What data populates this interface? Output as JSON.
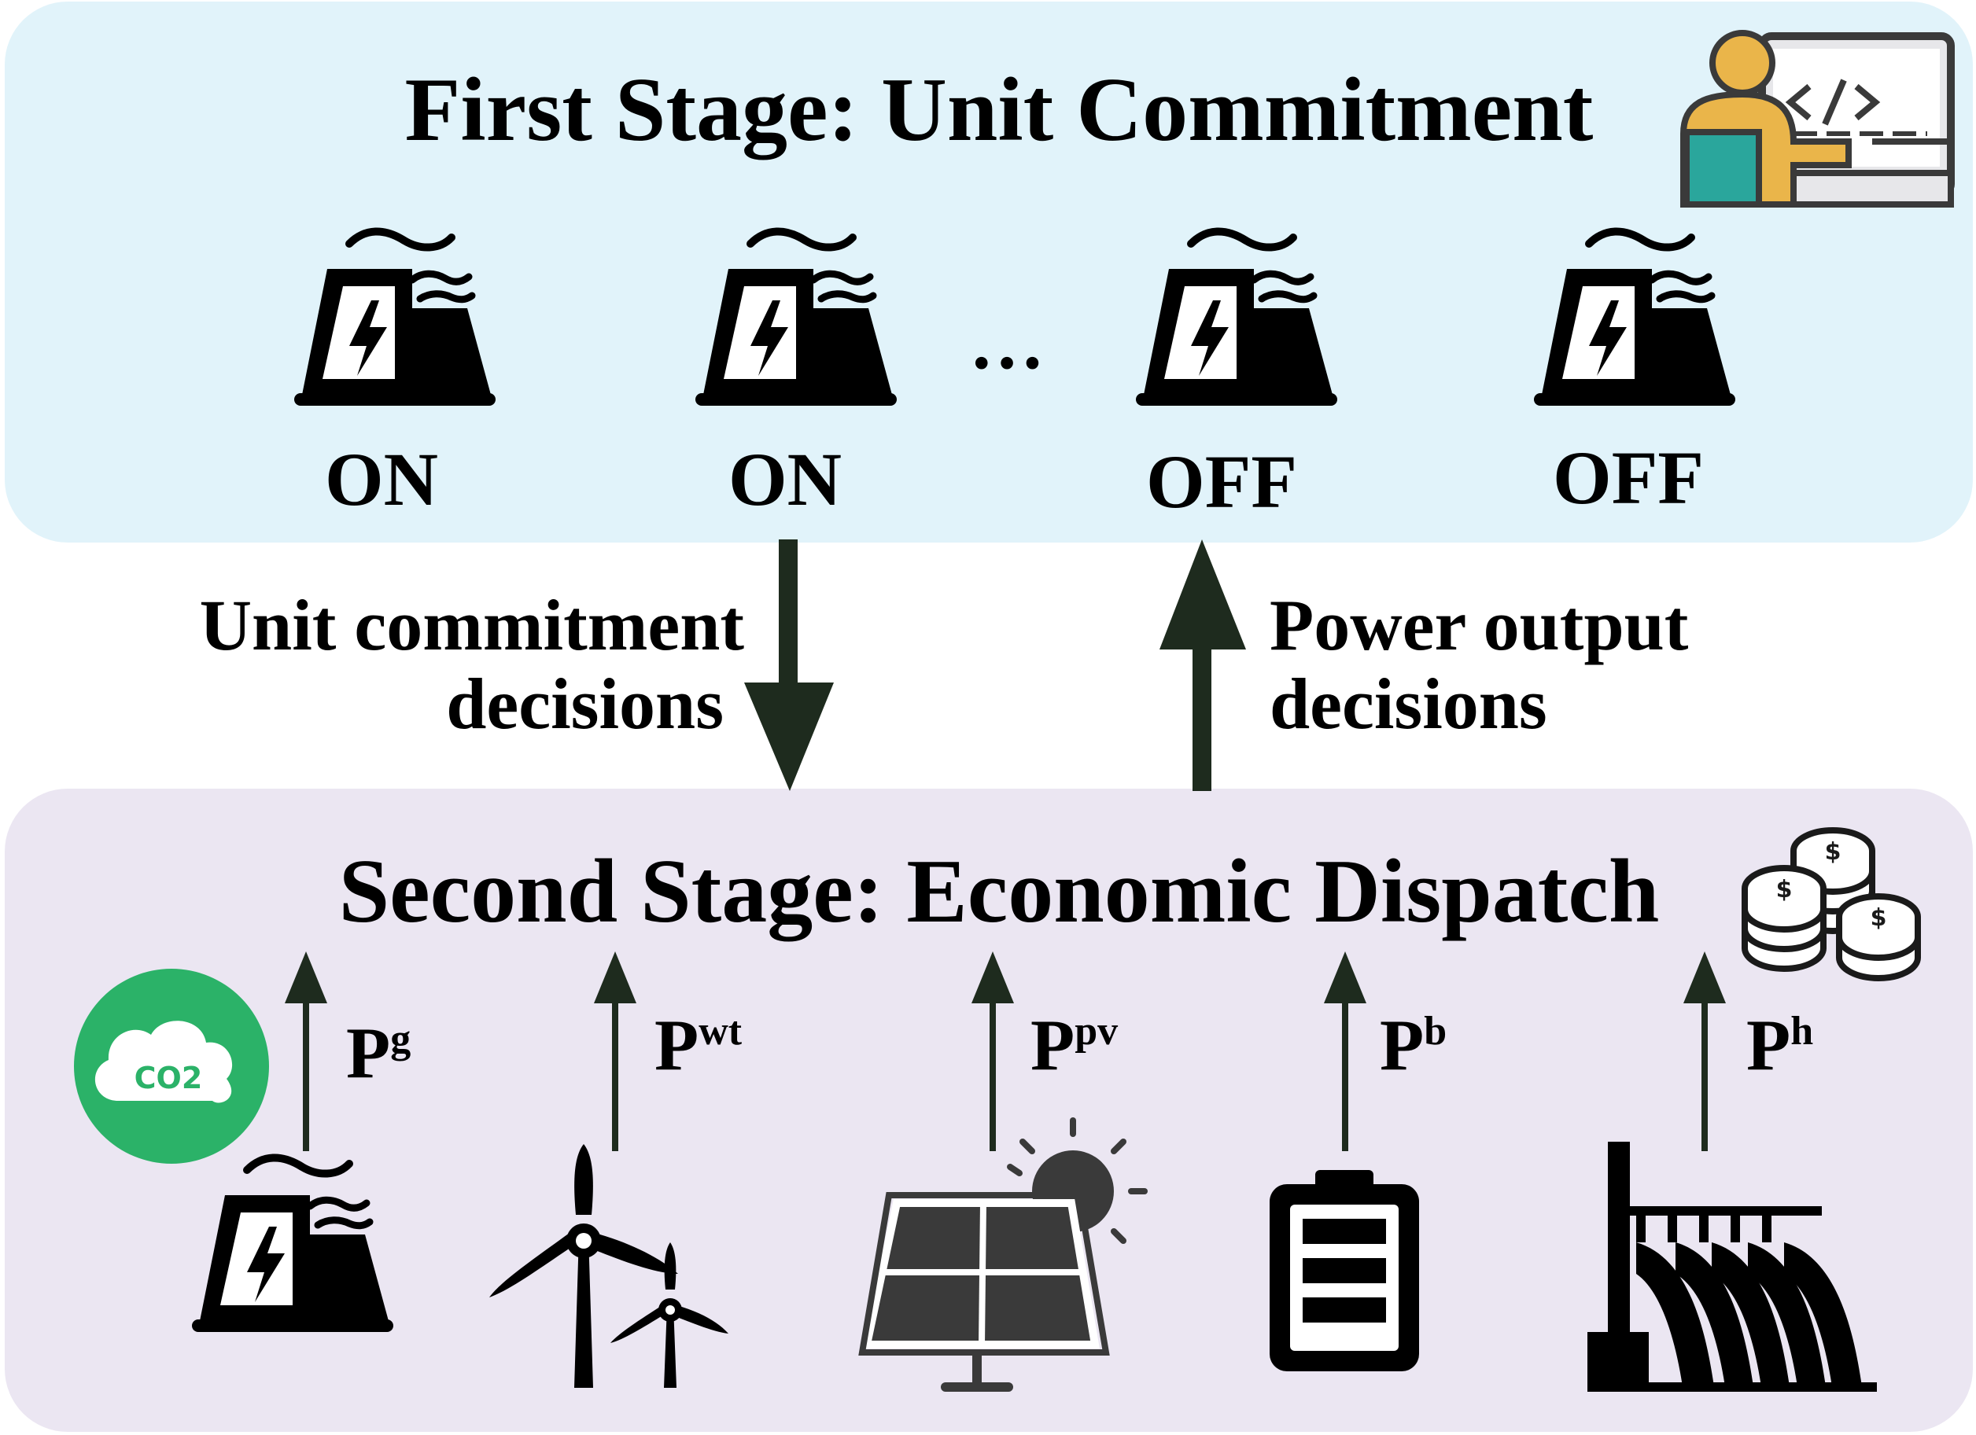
{
  "first_stage": {
    "title": "First Stage: Unit Commitment",
    "units": [
      {
        "status": "ON"
      },
      {
        "status": "ON"
      },
      {
        "status": "OFF"
      },
      {
        "status": "OFF"
      }
    ],
    "ellipsis": "…"
  },
  "arrows": {
    "down_label_line1": "Unit commitment",
    "down_label_line2": "decisions",
    "up_label_line1": "Power output",
    "up_label_line2": "decisions"
  },
  "second_stage": {
    "title": "Second Stage: Economic Dispatch",
    "sources": [
      {
        "base": "P",
        "sup": "g",
        "icon": "thermal-plant-icon"
      },
      {
        "base": "P",
        "sup": "wt",
        "icon": "wind-turbine-icon"
      },
      {
        "base": "P",
        "sup": "pv",
        "icon": "solar-panel-icon"
      },
      {
        "base": "P",
        "sup": "b",
        "icon": "battery-icon"
      },
      {
        "base": "P",
        "sup": "h",
        "icon": "hydro-dam-icon"
      }
    ],
    "co2_badge": "CO2",
    "coins_symbol": "$"
  },
  "colors": {
    "top_panel": "#e1f3fa",
    "bottom_panel": "#ebe6f2",
    "arrow": "#1e2b1e",
    "co2_green": "#2bb268"
  }
}
